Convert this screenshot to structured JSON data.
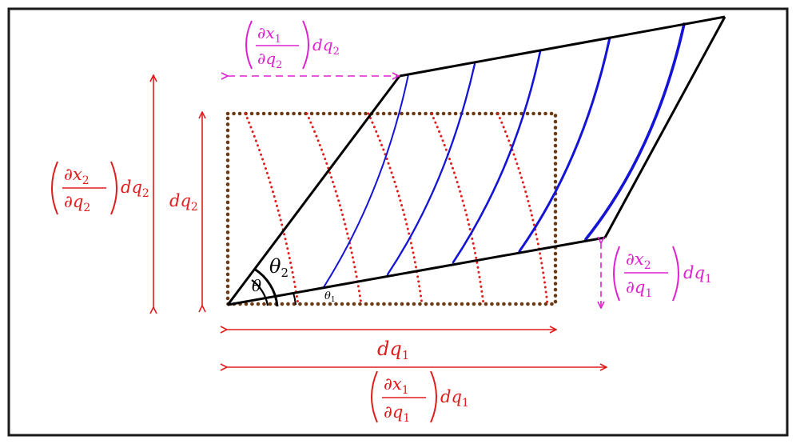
{
  "colors": {
    "frame": "#1a1a1a",
    "parallelogram": "#000000",
    "blue_curves": "#1414d6",
    "red_dotted": "#e21b1b",
    "brown_dotted": "#6b3a12",
    "red_label": "#e21b1b",
    "magenta_label": "#e020d0"
  },
  "labels": {
    "theta": "θ",
    "theta2": "θ",
    "theta2_sub": "2",
    "theta1": "θ",
    "theta1_sub": "1",
    "dq2_left": {
      "d": "dq",
      "sub": "2"
    },
    "dq1_mid": {
      "d": "dq",
      "sub": "1"
    },
    "dx2dq2": {
      "num": "∂x",
      "num_sub": "2",
      "den": "∂q",
      "den_sub": "2",
      "tail": "dq",
      "tail_sub": "2"
    },
    "dx1dq2": {
      "num": "∂x",
      "num_sub": "1",
      "den": "∂q",
      "den_sub": "2",
      "tail": "dq",
      "tail_sub": "2"
    },
    "dx2dq1": {
      "num": "∂x",
      "num_sub": "2",
      "den": "∂q",
      "den_sub": "1",
      "tail": "dq",
      "tail_sub": "1"
    },
    "dx1dq1": {
      "num": "∂x",
      "num_sub": "1",
      "den": "∂q",
      "den_sub": "1",
      "tail": "dq",
      "tail_sub": "1"
    }
  }
}
